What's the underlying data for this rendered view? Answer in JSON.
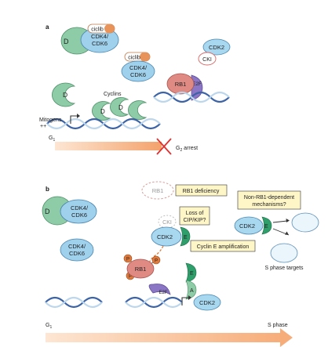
{
  "panel_a": {
    "label": "a",
    "ciclib_1": "ciclib",
    "cdk46_1": [
      "CDK4/",
      "CDK6"
    ],
    "d_1": "D",
    "ciclib_2": "ciclib",
    "cdk46_2": [
      "CDK4/",
      "CDK6"
    ],
    "cdk2": "CDK2",
    "cki": "CKI",
    "rb1": "RB1",
    "e2f": "E2F",
    "d_free": "D",
    "cyclins": "Cyclins",
    "d_cyclin_1": "D",
    "d_cyclin_2": "D",
    "mitogens": "Mitogens",
    "mitogens_plus": "++",
    "g1": "G",
    "g1_sub": "1",
    "g2_arrest": "G",
    "g2_sub": "2",
    "g2_rest": " arrest"
  },
  "panel_b": {
    "label": "b",
    "rb1_ghost": "RB1",
    "rb1_deficiency": "RB1 deficiency",
    "d_1": "D",
    "cdk46_1": [
      "CDK4/",
      "CDK6"
    ],
    "cdk46_2": [
      "CDK4/",
      "CDK6"
    ],
    "cki_ghost": "CKI",
    "loss_cip": [
      "Loss of",
      "CIP/KIP?"
    ],
    "cdk2_e": "CDK2",
    "e_label": "E",
    "cyclin_e_amp": "Cyclin E amplification",
    "p": "P",
    "rb1": "RB1",
    "e2f": "E2F",
    "e_stack": "E",
    "a_stack": "A",
    "cdk2_stack": "CDK2",
    "non_rb1": [
      "Non-RB1-dependent",
      "mechanisms?"
    ],
    "cdk2_right": "CDK2",
    "e_right": "E",
    "s_phase_targets": "S phase targets",
    "g1": "G",
    "g1_sub": "1",
    "s_phase": "S phase"
  },
  "colors": {
    "cdk46": "#9fd0ec",
    "cyclin_d": "#8dcca6",
    "ciclib": "#e8935a",
    "cdk2": "#a8d8f0",
    "cki_border": "#d76a6a",
    "rb1": "#e08a84",
    "e2f": "#8a76c4",
    "cyclin_e": "#2e9e6a",
    "phospho": "#e07a3c",
    "highlight": "#fff6c8",
    "arrow": "#f6b98a",
    "red_x": "#e03030",
    "dna_blue": "#3c63a5",
    "dna_pale": "#bcd6ec"
  }
}
